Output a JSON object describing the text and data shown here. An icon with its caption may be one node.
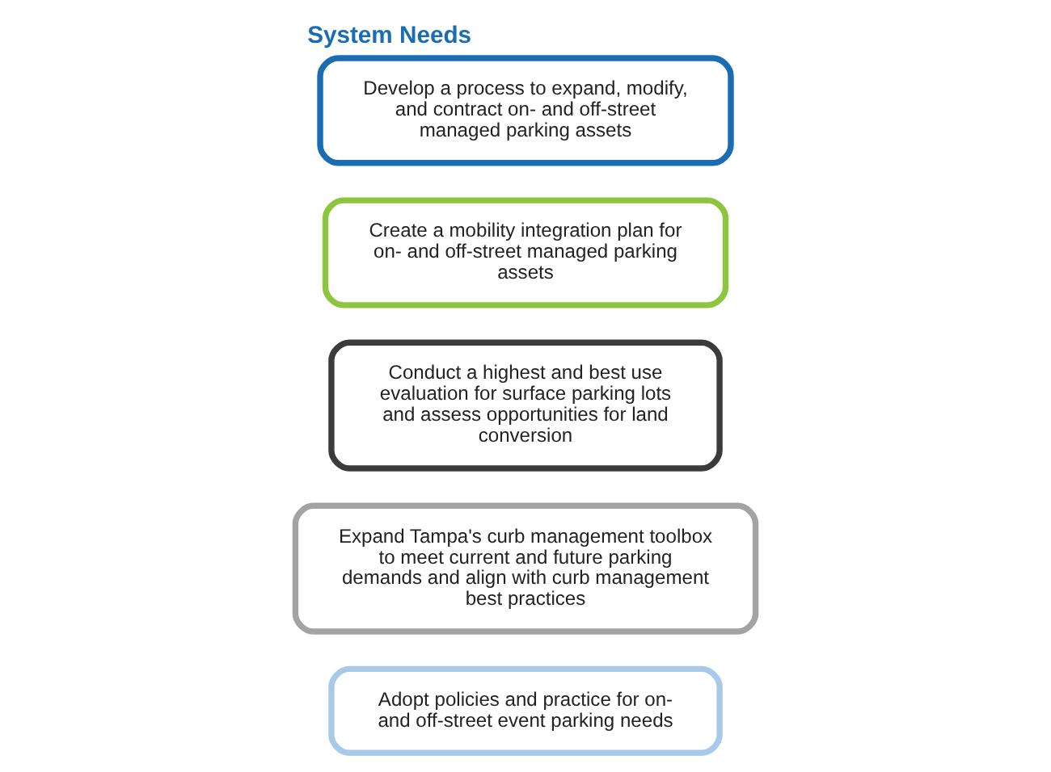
{
  "diagram": {
    "title": "System Needs",
    "nodes": [
      {
        "text": [
          "Develop a process to expand, modify, and contract on- and off-street managed parking assets"
        ]
      },
      {
        "text": [
          "Create a mobility integration plan for on- and off-street managed parking assets"
        ]
      },
      {
        "text": [
          "Conduct a highest and best use evaluation for surface parking lots and assess opportunities for land conversion"
        ]
      },
      {
        "text": [
          "Expand Tampa's curb management toolbox to meet current and future parking demands and align with curb management best practices"
        ]
      },
      {
        "text": [
          "Adopt policies and practice for on- and off-street event parking needs"
        ]
      }
    ]
  }
}
